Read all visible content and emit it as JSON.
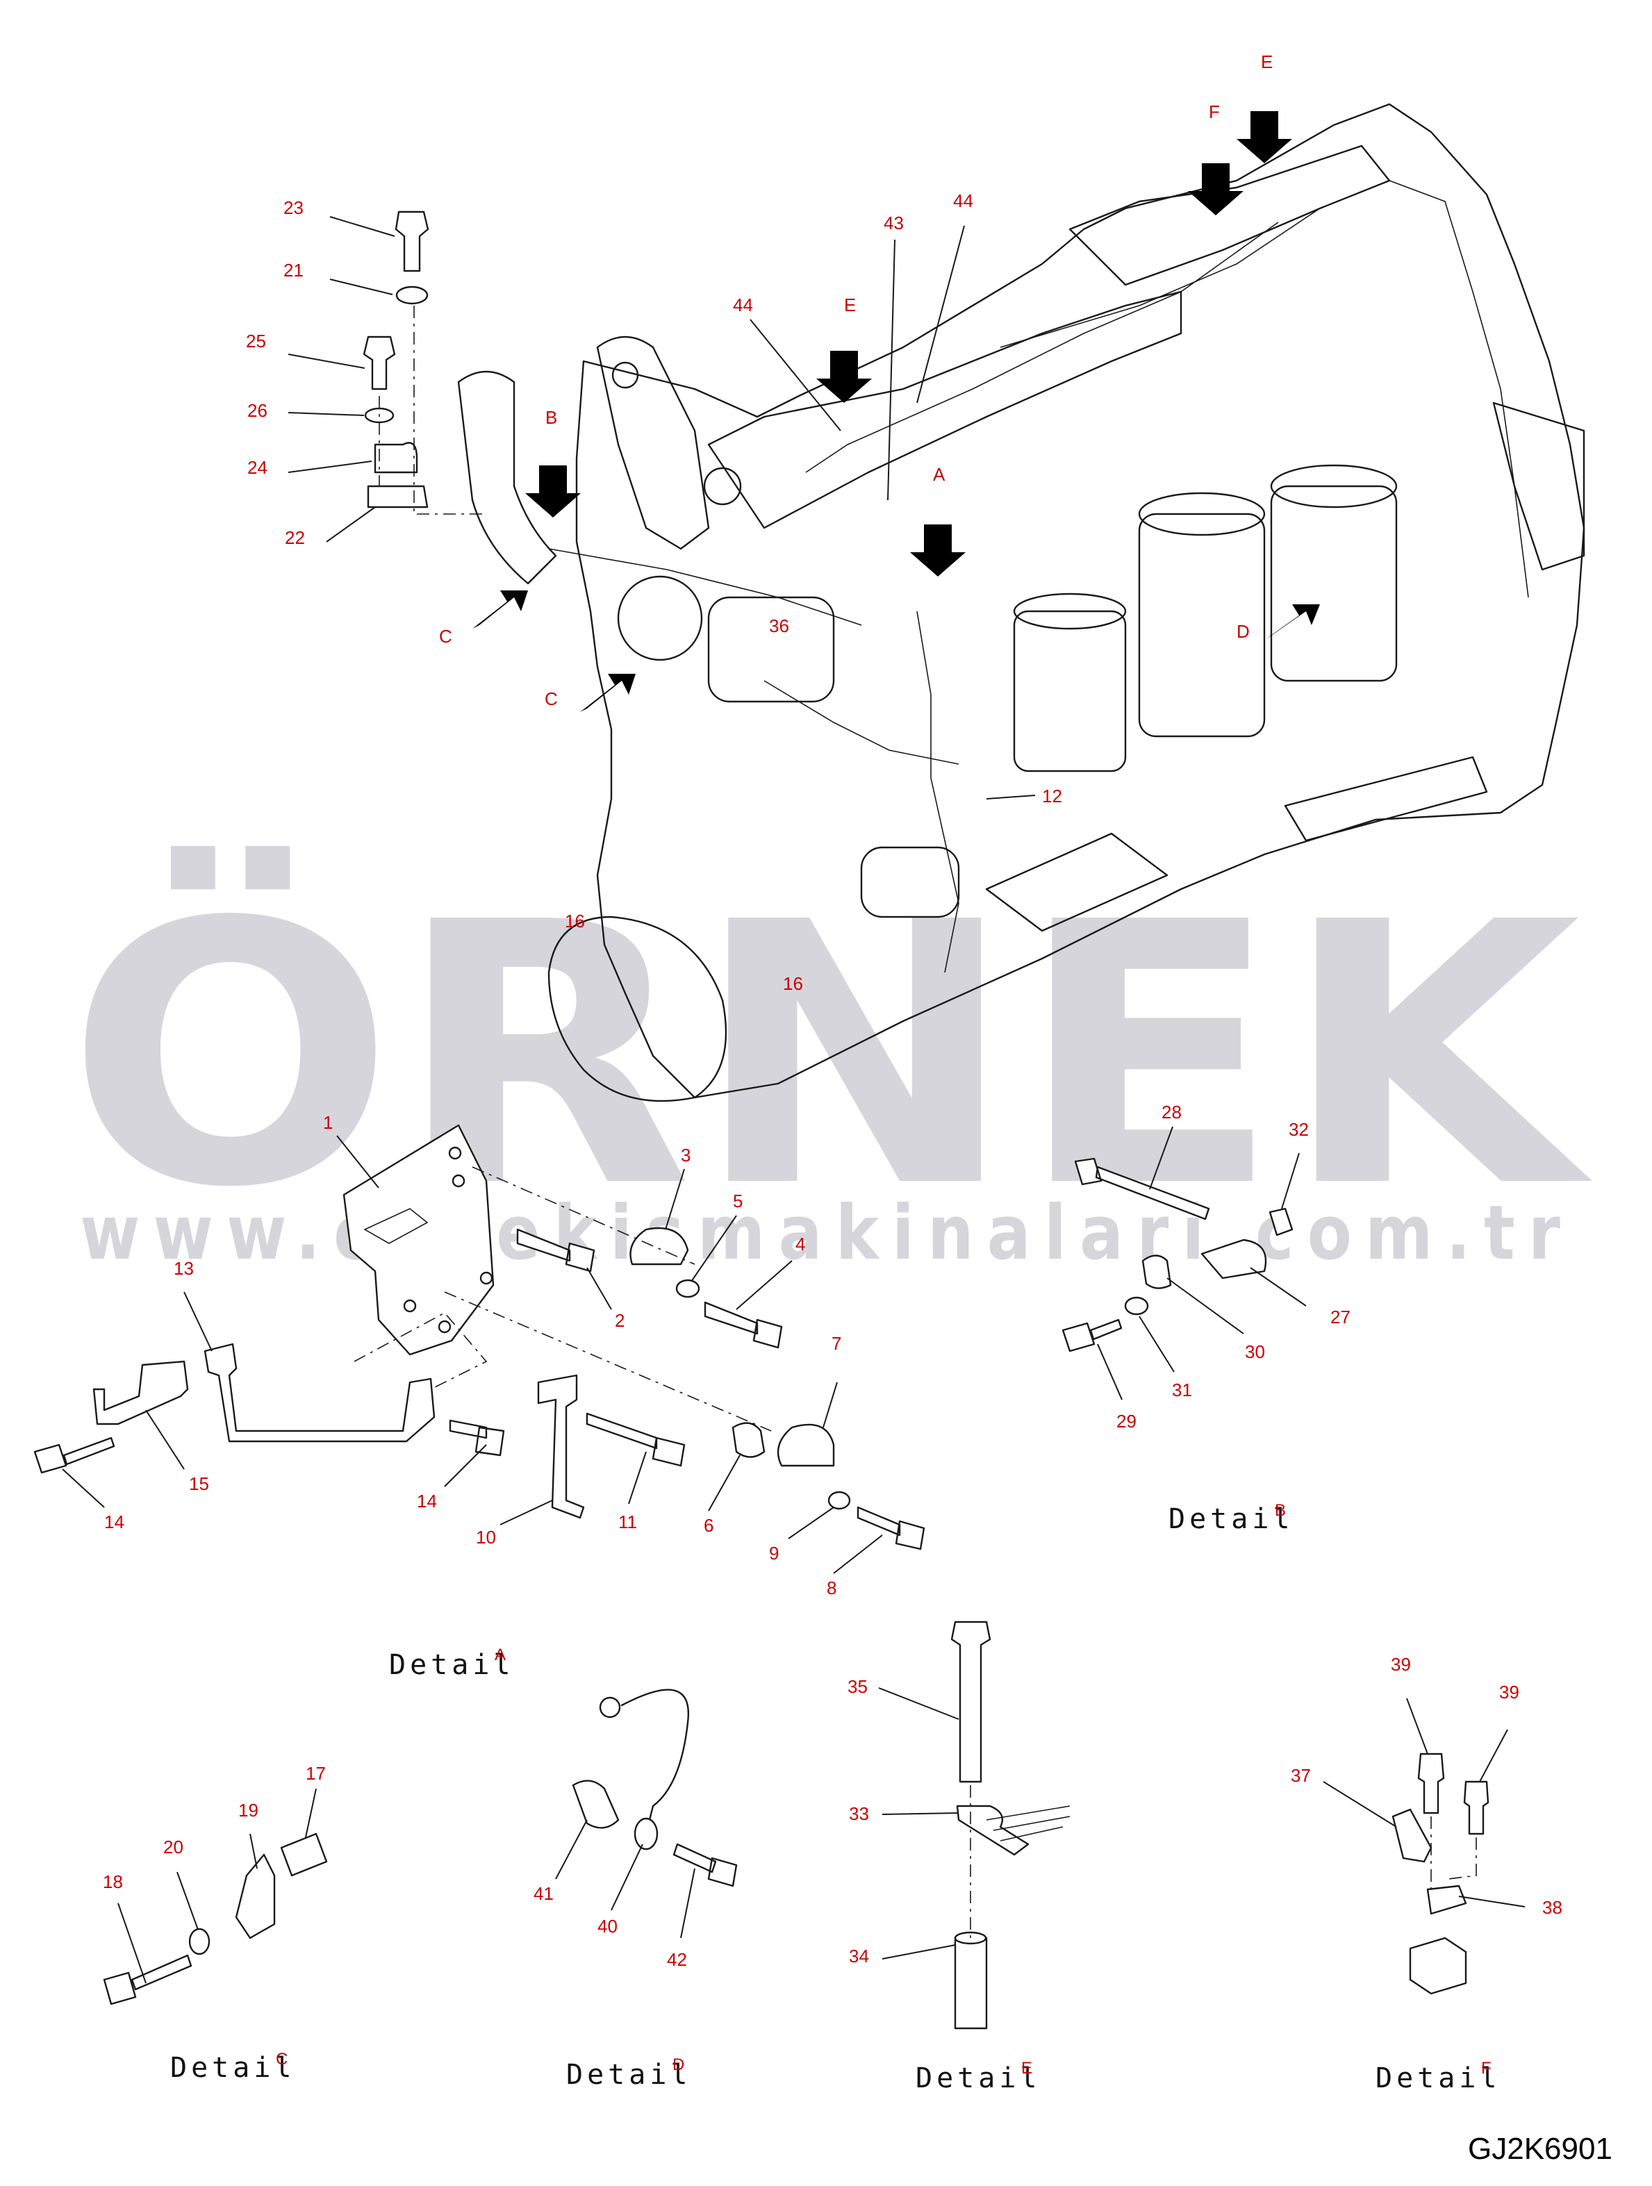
{
  "watermark": {
    "brand": "ÖRNEK",
    "url": "www.ornekismakinalari.com.tr"
  },
  "drawing_code": "GJ2K6901",
  "detail_word": "Detail",
  "details": [
    {
      "id": "A",
      "label": "Detail",
      "letter": "A"
    },
    {
      "id": "B",
      "label": "Detail",
      "letter": "B"
    },
    {
      "id": "C",
      "label": "Detail",
      "letter": "C"
    },
    {
      "id": "D",
      "label": "Detail",
      "letter": "D"
    },
    {
      "id": "E",
      "label": "Detail",
      "letter": "E"
    },
    {
      "id": "F",
      "label": "Detail",
      "letter": "F"
    }
  ],
  "engine_callouts": {
    "letters": [
      "E",
      "F",
      "E",
      "B",
      "A",
      "C",
      "C",
      "D"
    ],
    "parts": [
      "23",
      "21",
      "25",
      "26",
      "24",
      "22",
      "43",
      "44",
      "44",
      "36",
      "12",
      "16",
      "16"
    ]
  },
  "detail_a_parts": [
    "1",
    "3",
    "5",
    "2",
    "4",
    "7",
    "13",
    "15",
    "14",
    "14",
    "10",
    "11",
    "6",
    "9",
    "8"
  ],
  "detail_b_parts": [
    "28",
    "32",
    "27",
    "30",
    "31",
    "29"
  ],
  "detail_c_parts": [
    "17",
    "19",
    "20",
    "18"
  ],
  "detail_d_parts": [
    "41",
    "40",
    "42"
  ],
  "detail_e_parts": [
    "35",
    "33",
    "34"
  ],
  "detail_f_parts": [
    "39",
    "39",
    "37",
    "38"
  ],
  "colors": {
    "callout": "#cc0000",
    "line": "#1a1a1a",
    "watermark": "#d6d5db",
    "watermark_accent": "#f3d98a"
  }
}
